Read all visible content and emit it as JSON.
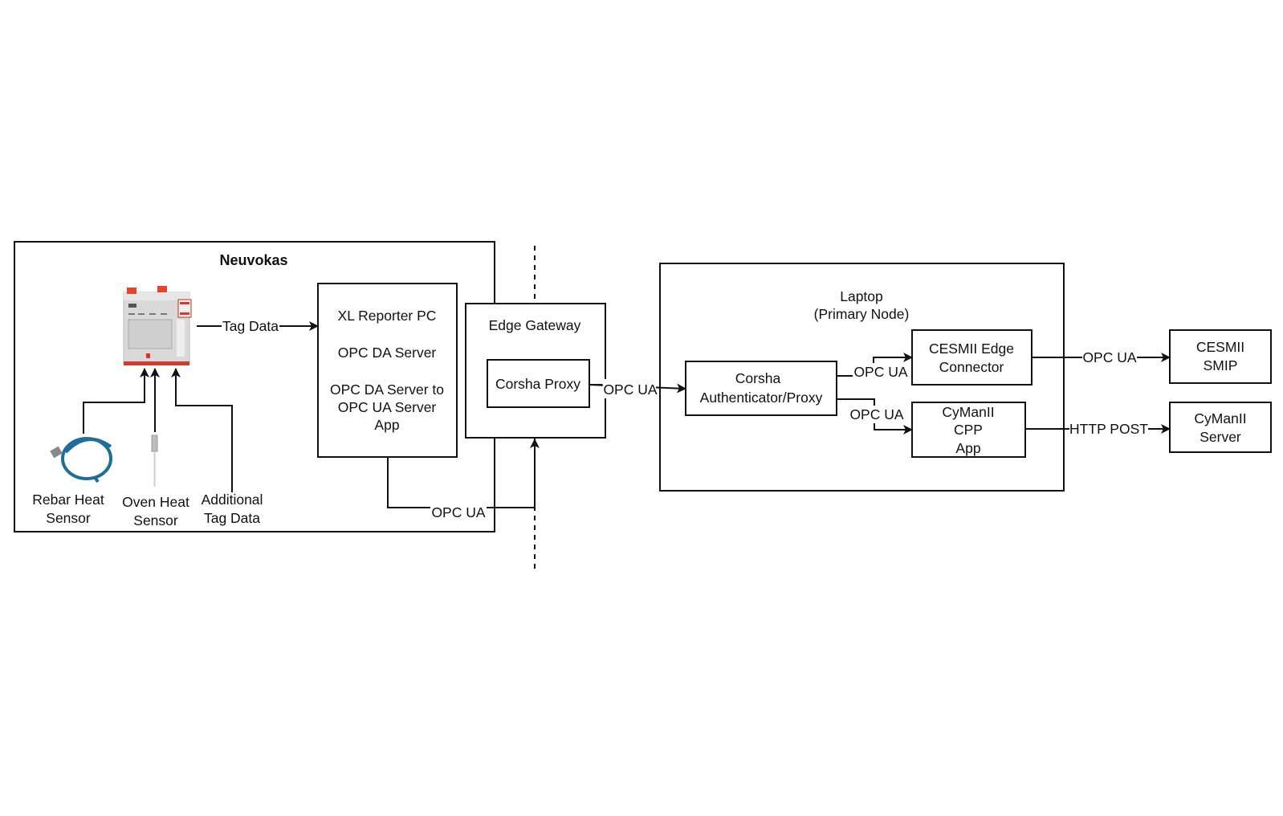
{
  "diagram": {
    "groups": {
      "neuvokas": {
        "title": "Neuvokas"
      },
      "laptop": {
        "title_line1": "Laptop",
        "title_line2": "(Primary Node)"
      }
    },
    "nodes": {
      "plc": {
        "icon": "plc-controller-icon"
      },
      "rebar_sensor": {
        "icon": "cable-sensor-icon",
        "line1": "Rebar Heat",
        "line2": "Sensor"
      },
      "oven_sensor": {
        "icon": "probe-sensor-icon",
        "line1": "Oven Heat",
        "line2": "Sensor"
      },
      "additional_tag": {
        "line1": "Additional",
        "line2": "Tag Data"
      },
      "xl_reporter": {
        "line1": "XL Reporter PC",
        "line2": "OPC DA Server",
        "line3": "OPC DA Server to",
        "line4": "OPC UA Server",
        "line5": "App"
      },
      "edge_gateway": {
        "title": "Edge Gateway"
      },
      "corsha_proxy": {
        "label": "Corsha Proxy"
      },
      "corsha_auth": {
        "line1": "Corsha",
        "line2": "Authenticator/Proxy"
      },
      "cesmii_edge": {
        "line1": "CESMII Edge",
        "line2": "Connector"
      },
      "cymanii_cpp": {
        "line1": "CyManII",
        "line2": "CPP",
        "line3": "App"
      },
      "cesmii_smip": {
        "line1": "CESMII",
        "line2": "SMIP"
      },
      "cymanii_server": {
        "line1": "CyManII",
        "line2": "Server"
      }
    },
    "edges": {
      "plc_to_xl": "Tag Data",
      "xl_to_gateway": "OPC UA",
      "proxy_to_auth": "OPC UA",
      "auth_to_cesmii_edge": "OPC UA",
      "auth_to_cymanii_cpp": "OPC UA",
      "cesmii_edge_to_smip": "OPC UA",
      "cpp_to_server": "HTTP POST"
    }
  }
}
